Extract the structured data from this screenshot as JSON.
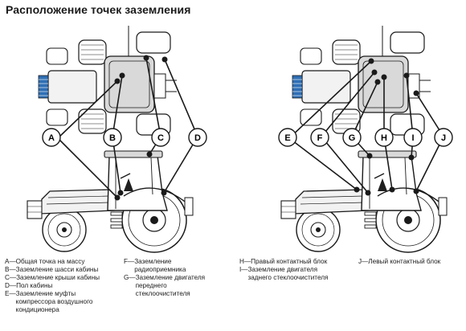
{
  "title": "Расположение точек заземления",
  "callouts": {
    "A": "A",
    "B": "B",
    "C": "C",
    "D": "D",
    "E": "E",
    "F": "F",
    "G": "G",
    "H": "H",
    "I": "I",
    "J": "J"
  },
  "legend": {
    "col1": [
      {
        "code": "A—",
        "text": "Общая точка на массу"
      },
      {
        "code": "B—",
        "text": "Заземление шасси кабины"
      },
      {
        "code": "C—",
        "text": "Заземление крыши кабины"
      },
      {
        "code": "D—",
        "text": "Пол кабины"
      },
      {
        "code": "E—",
        "text": "Заземление муфты компрессора воздушного кондиционера"
      }
    ],
    "col2": [
      {
        "code": "F—",
        "text": "Заземление радиоприемника"
      },
      {
        "code": "G—",
        "text": "Заземление двигателя переднего стеклоочистителя"
      }
    ],
    "col3": [
      {
        "code": "H—",
        "text": "Правый контактный блок"
      },
      {
        "code": "I—",
        "text": "Заземление двигателя заднего стеклоочистителя"
      }
    ],
    "col4": [
      {
        "code": "J—",
        "text": "Левый контактный блок"
      }
    ]
  },
  "colors": {
    "ink": "#1a1a1a",
    "engine_blue": "#2f6fb5",
    "body_gray": "#d9d9d9",
    "dark_fill": "#1f1f1f"
  },
  "icons": [
    "tractor-top-view",
    "tractor-side-view",
    "ground-point-dot",
    "callout-circle"
  ]
}
